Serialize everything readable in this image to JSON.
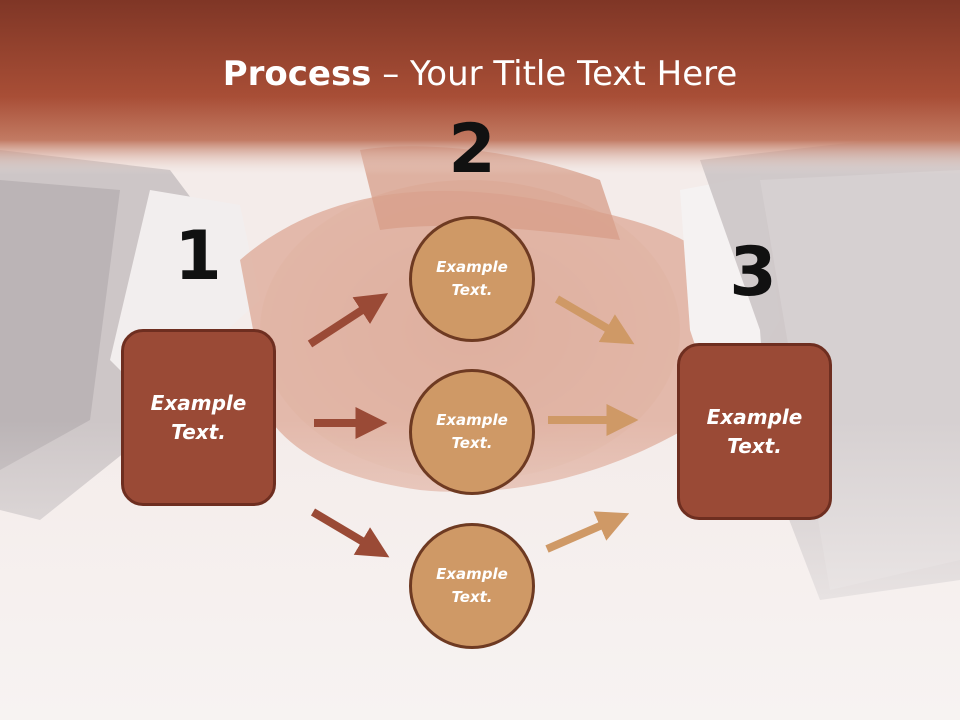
{
  "slide": {
    "title_bold": "Process",
    "title_rest": " – Your Title Text Here"
  },
  "steps": {
    "step1": "1",
    "step2": "2",
    "step3": "3"
  },
  "boxes": {
    "left": {
      "line1": "Example",
      "line2": "Text."
    },
    "right": {
      "line1": "Example",
      "line2": "Text."
    }
  },
  "circles": [
    {
      "line1": "Example",
      "line2": "Text."
    },
    {
      "line1": "Example",
      "line2": "Text."
    },
    {
      "line1": "Example",
      "line2": "Text."
    }
  ],
  "colors": {
    "header_band": "#a24a33",
    "box_fill": "#9a4a36",
    "circle_fill": "#cf9966",
    "arrow_dark": "#9a4a36",
    "arrow_light": "#cf9966"
  },
  "icons": {
    "background": "handshake-photo"
  }
}
